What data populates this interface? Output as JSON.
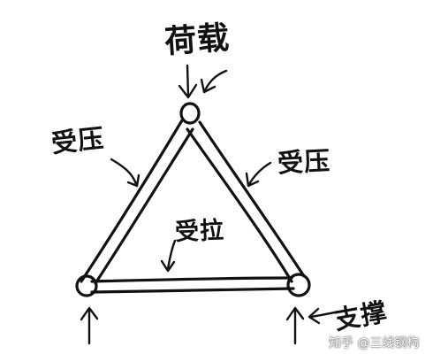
{
  "labels": {
    "load": "荷载",
    "left_member": "受压",
    "right_member": "受压",
    "bottom_member": "受拉",
    "support": "支撑"
  },
  "watermark": "知乎 @三线钢构",
  "colors": {
    "ink": "#111111",
    "background": "#ffffff"
  },
  "icons": [
    "load-arrow-icon",
    "support-arrow-icon",
    "member-arrow-icon"
  ]
}
